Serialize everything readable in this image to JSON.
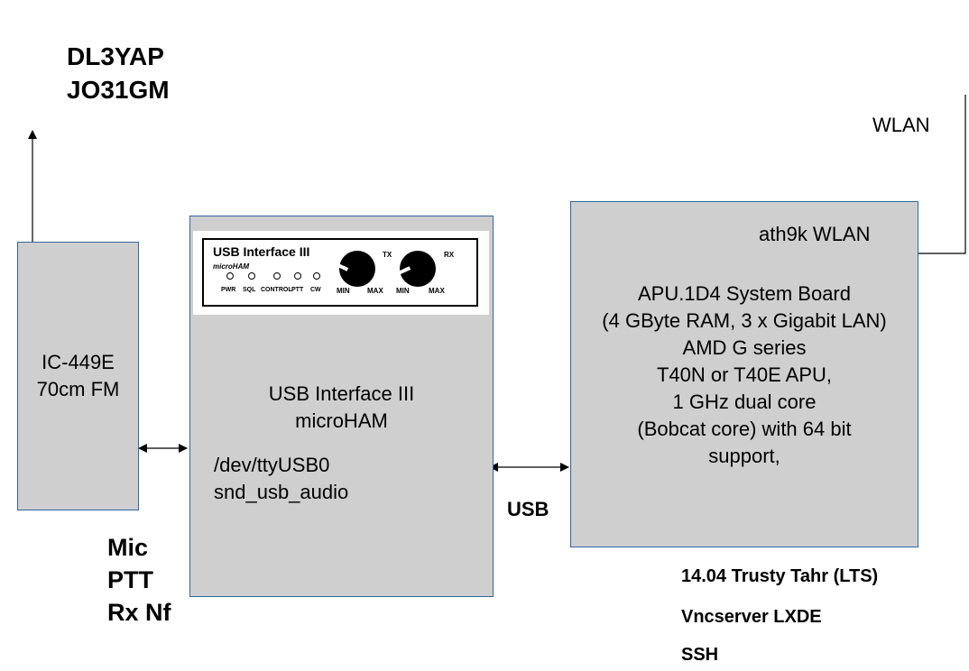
{
  "station": {
    "callsign": "DL3YAP",
    "locator": "JO31GM"
  },
  "wlan_label": "WLAN",
  "radio": {
    "model": "IC-449E",
    "band": "70cm FM"
  },
  "interface": {
    "panel": {
      "title": "USB Interface III",
      "brand": "microHAM",
      "leds": [
        "PWR",
        "SQL",
        "CONTROL",
        "PTT",
        "CW"
      ],
      "tx_label": "TX",
      "rx_label": "RX",
      "knob_min": "MIN",
      "knob_max": "MAX"
    },
    "name": "USB Interface III",
    "vendor": "microHAM",
    "device": "/dev/ttyUSB0",
    "driver": "snd_usb_audio"
  },
  "signals": [
    "Mic",
    "PTT",
    "Rx Nf"
  ],
  "usb_label": "USB",
  "board": {
    "wlan": "ath9k WLAN",
    "lines": [
      "APU.1D4 System Board",
      "(4 GByte RAM, 3 x Gigabit LAN)",
      "AMD G series",
      "T40N or T40E APU,",
      "1 GHz dual core",
      "(Bobcat core) with 64 bit",
      "support,"
    ]
  },
  "software": [
    "14.04 Trusty Tahr (LTS)",
    "Vncserver LXDE",
    "SSH"
  ]
}
